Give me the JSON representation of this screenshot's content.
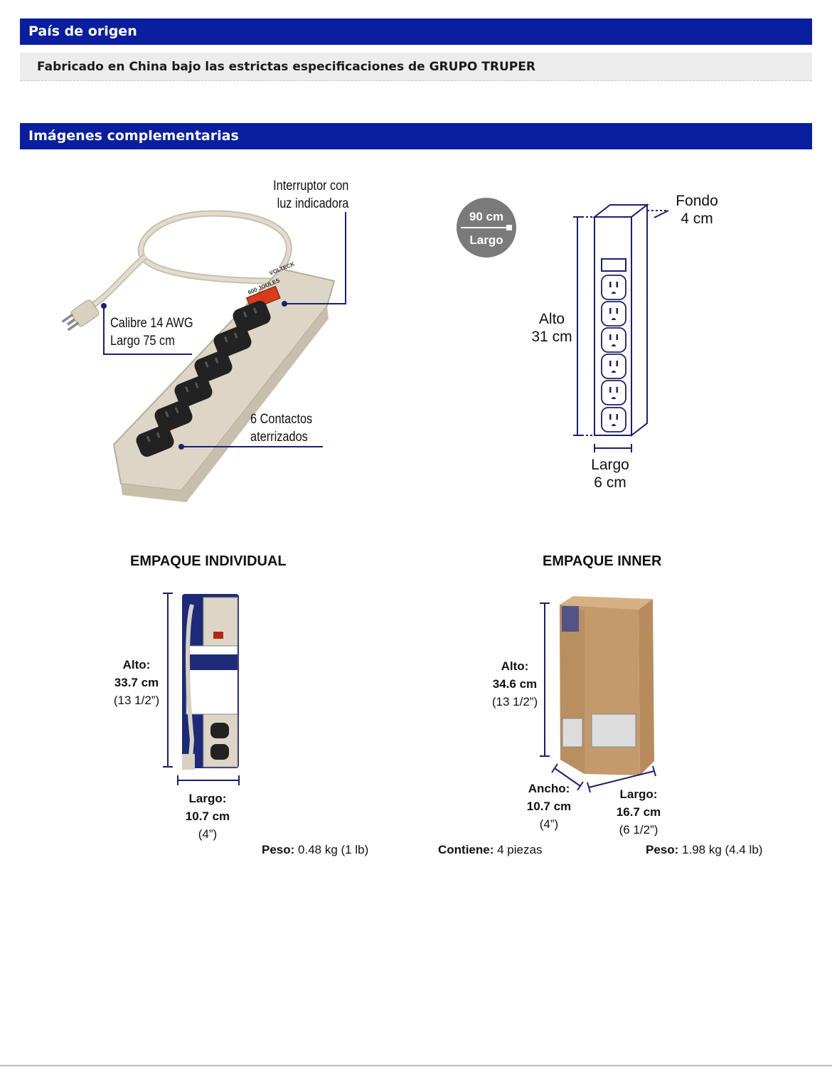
{
  "origin": {
    "title": "País de origen",
    "text": "Fabricado en China bajo las estrictas especificaciones de GRUPO TRUPER"
  },
  "images": {
    "title": "Imágenes complementarias"
  },
  "product": {
    "switch_label": [
      "Interruptor con",
      "luz indicadora"
    ],
    "cable_label": [
      "Calibre 14 AWG",
      "Largo 75 cm"
    ],
    "outlets_label": [
      "6 Contactos",
      "aterrizados"
    ],
    "brand": "VOLTECK",
    "joules": "600 JOULES"
  },
  "dimensions": {
    "cord_value": "90 cm",
    "cord_label": "Largo",
    "depth_label": "Fondo",
    "depth_value": "4 cm",
    "height_label": "Alto",
    "height_value": "31 cm",
    "length_label": "Largo",
    "length_value": "6 cm"
  },
  "individual": {
    "title": "EMPAQUE INDIVIDUAL",
    "height_label": "Alto:",
    "height_value": "33.7 cm",
    "height_in": "(13 1/2”)",
    "length_label": "Largo:",
    "length_value": "10.7 cm",
    "length_in": "(4”)",
    "weight_label": "Peso:",
    "weight_value": "0.48 kg (1 lb)"
  },
  "inner": {
    "title": "EMPAQUE INNER",
    "height_label": "Alto:",
    "height_value": "34.6 cm",
    "height_in": "(13 1/2”)",
    "width_label": "Ancho:",
    "width_value": "10.7 cm",
    "width_in": "(4”)",
    "length_label": "Largo:",
    "length_value": "16.7 cm",
    "length_in": "(6 1/2”)",
    "contains_label": "Contiene:",
    "contains_value": "4 piezas",
    "weight_label": "Peso:",
    "weight_value": "1.98 kg (4.4 lb)"
  },
  "colors": {
    "header_blue": "#0a1ea0",
    "dimension_navy": "#1c1f6e",
    "strip_beige": "#ddd6c6",
    "outlet_black": "#1f1f1f",
    "switch_red": "#d93a1a",
    "box_kraft": "#c49a6c"
  }
}
